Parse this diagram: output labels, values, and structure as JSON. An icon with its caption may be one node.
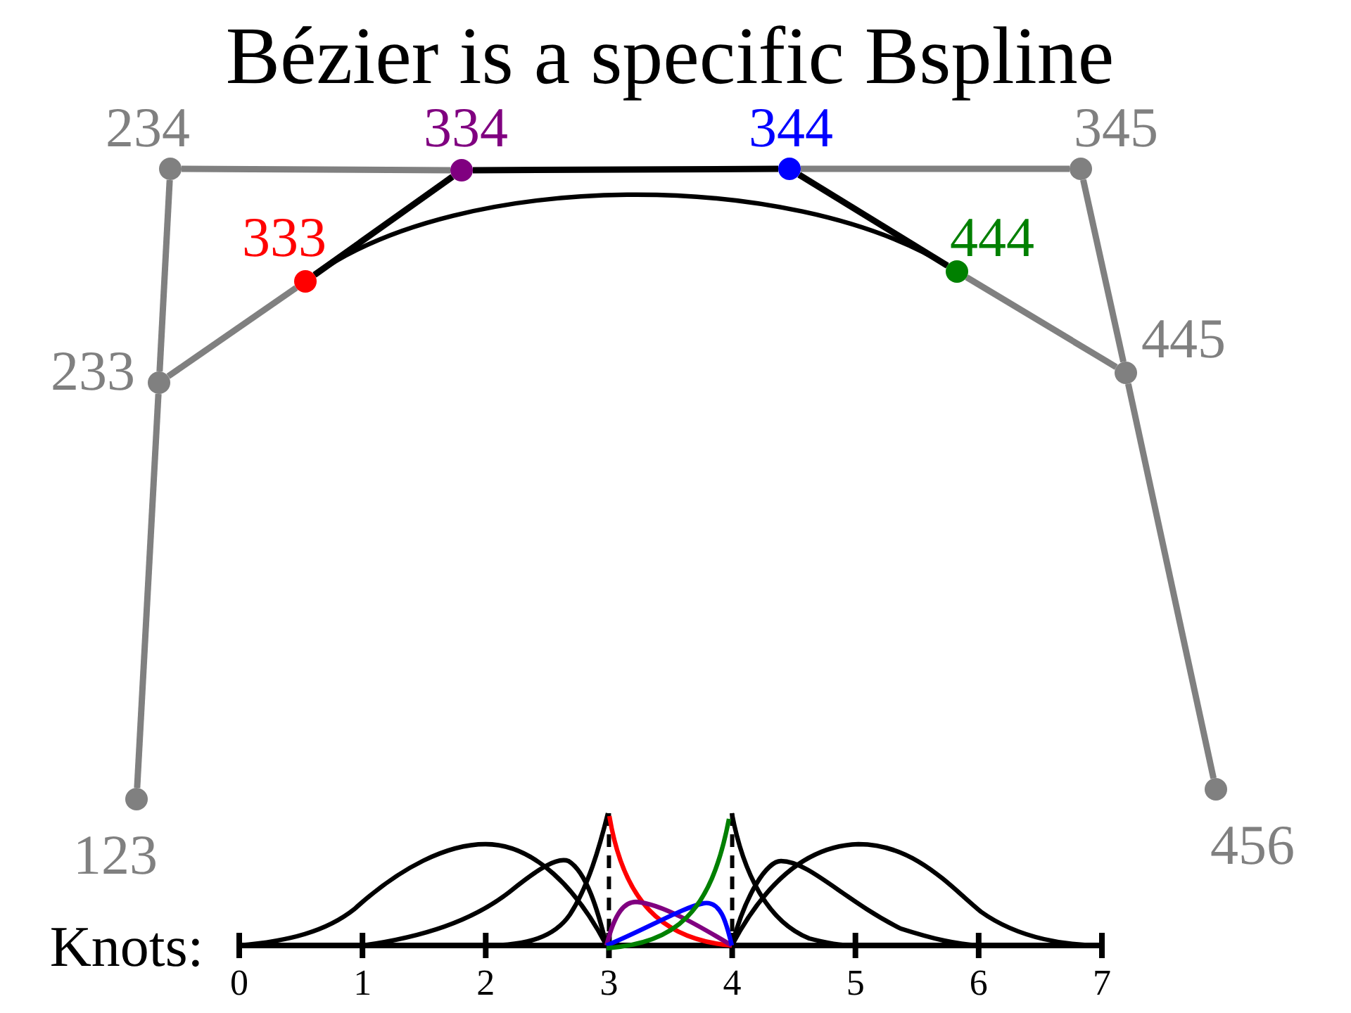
{
  "diagram": {
    "title": "Bézier is a specific Bspline",
    "nodes": [
      {
        "text": [],
        "shape": "circle",
        "beside": [
          "234"
        ]
      },
      {
        "text": [],
        "shape": "circle",
        "beside": [
          "334"
        ]
      },
      {
        "text": [],
        "shape": "circle",
        "beside": [
          "344"
        ]
      },
      {
        "text": [],
        "shape": "circle",
        "beside": [
          "345"
        ]
      },
      {
        "text": [],
        "shape": "circle",
        "beside": [
          "333"
        ]
      },
      {
        "text": [],
        "shape": "circle",
        "beside": [
          "444"
        ]
      },
      {
        "text": [],
        "shape": "circle",
        "beside": [
          "233"
        ]
      },
      {
        "text": [],
        "shape": "circle",
        "beside": [
          "445"
        ]
      },
      {
        "text": [],
        "shape": "circle",
        "beside": [
          "123"
        ]
      },
      {
        "text": [],
        "shape": "circle",
        "beside": [
          "456"
        ]
      }
    ],
    "edges": [
      {
        "from": 8,
        "to": 6,
        "arrow": "none"
      },
      {
        "from": 6,
        "to": 0,
        "arrow": "none"
      },
      {
        "from": 0,
        "to": 1,
        "arrow": "none"
      },
      {
        "from": 1,
        "to": 2,
        "arrow": "none",
        "color": "#000000"
      },
      {
        "from": 2,
        "to": 3,
        "arrow": "none"
      },
      {
        "from": 3,
        "to": 7,
        "arrow": "none"
      },
      {
        "from": 7,
        "to": 9,
        "arrow": "none"
      },
      {
        "from": 6,
        "to": 4,
        "arrow": "none"
      },
      {
        "from": 4,
        "to": 1,
        "arrow": "none",
        "color": "#000000"
      },
      {
        "from": 2,
        "to": 5,
        "arrow": "none",
        "color": "#000000"
      },
      {
        "from": 5,
        "to": 7,
        "arrow": "none"
      },
      {
        "from": 4,
        "to": 5,
        "arrow": "none",
        "color": "#000000"
      }
    ],
    "labels": [
      "Knots:",
      "0",
      "1",
      "2",
      "3",
      "4",
      "5",
      "6",
      "7"
    ]
  }
}
